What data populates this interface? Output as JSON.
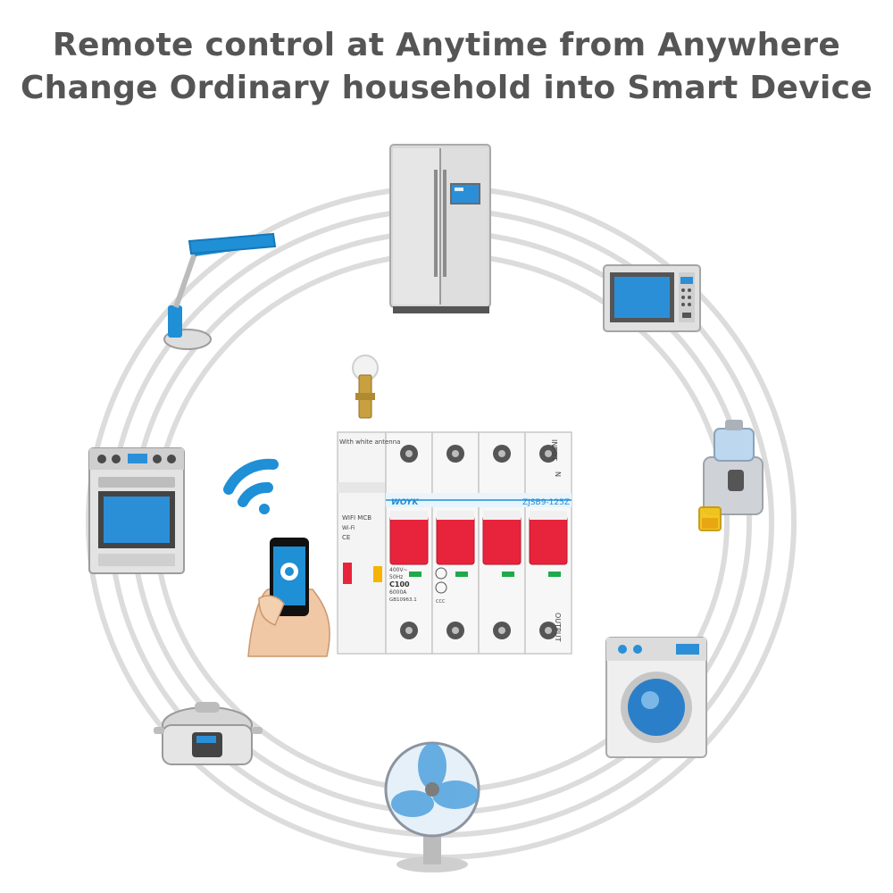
{
  "headline": {
    "line1": "Remote control at Anytime from Anywhere",
    "line2": "Change Ordinary household into Smart Device"
  },
  "breaker": {
    "antenna_label": "With white antenna",
    "brand": "WOYK",
    "model": "ZJSB9-125Z",
    "input_label": "INPUT",
    "output_label": "OUTPUT",
    "neutral_label": "N",
    "wifi_label": "WIFI MCB",
    "wifi_badge": "Wi-Fi",
    "ce_mark": "CE",
    "voltage": "400V~",
    "frequency": "50Hz",
    "rating": "C100",
    "breaking": "6000A",
    "standard": "GB10963.1",
    "ccc_mark": "CCC"
  },
  "colors": {
    "headline": "#555555",
    "rings": "#dcdcdc",
    "accent_blue": "#1f8fd6",
    "switch_red": "#e8243c",
    "indicator_green": "#1faa4a",
    "antenna_gold": "#c8a040"
  },
  "appliances": [
    {
      "name": "refrigerator",
      "icon": "refrigerator-icon"
    },
    {
      "name": "microwave",
      "icon": "microwave-icon"
    },
    {
      "name": "juicer",
      "icon": "juicer-icon"
    },
    {
      "name": "washing-machine",
      "icon": "washing-machine-icon"
    },
    {
      "name": "electric-fan",
      "icon": "fan-icon"
    },
    {
      "name": "rice-cooker",
      "icon": "rice-cooker-icon"
    },
    {
      "name": "oven",
      "icon": "oven-icon"
    },
    {
      "name": "desk-lamp",
      "icon": "desk-lamp-icon"
    }
  ],
  "accessories": [
    {
      "name": "wifi-signal",
      "icon": "wifi-icon"
    },
    {
      "name": "smartphone-in-hand",
      "icon": "smartphone-icon"
    }
  ]
}
